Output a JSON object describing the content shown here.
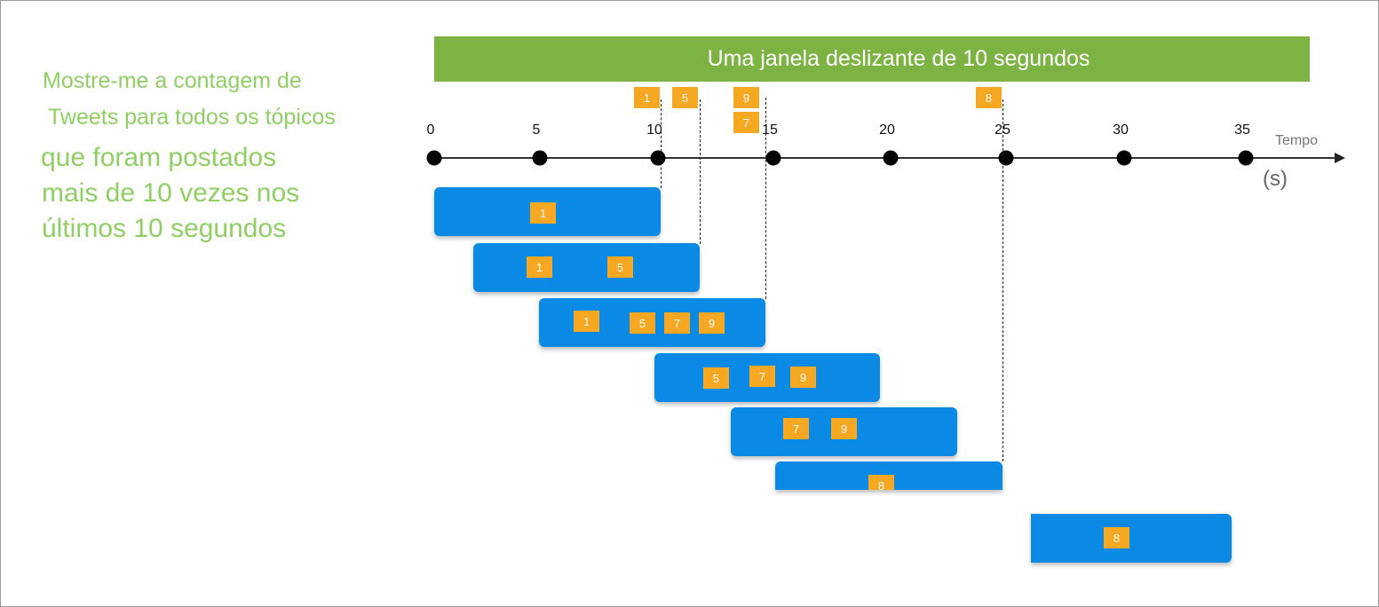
{
  "question": {
    "line1": "Mostre-me a contagem de",
    "line2": "Tweets para todos os tópicos",
    "line3": "que foram postados",
    "line4": "mais de 10 vezes nos",
    "line5": "últimos 10 segundos"
  },
  "banner": {
    "title": "Uma janela deslizante de 10 segundos"
  },
  "axis": {
    "ticks": [
      "0",
      "5",
      "10",
      "15",
      "20",
      "25",
      "30",
      "35"
    ],
    "title": "Tempo",
    "unit": "(s)"
  },
  "events": [
    {
      "label": "1",
      "time": 10
    },
    {
      "label": "5",
      "time": 11.5
    },
    {
      "label": "9",
      "time": 13.5
    },
    {
      "label": "7",
      "time": 13.5
    },
    {
      "label": "8",
      "time": 24
    }
  ],
  "windows": [
    {
      "start": 0,
      "end": 10,
      "events": [
        "1"
      ]
    },
    {
      "start": 2,
      "end": 11.5,
      "events": [
        "1",
        "5"
      ]
    },
    {
      "start": 5,
      "end": 14.5,
      "events": [
        "1",
        "5",
        "7",
        "9"
      ]
    },
    {
      "start": 10,
      "end": 19.5,
      "events": [
        "5",
        "7",
        "9"
      ]
    },
    {
      "start": 13,
      "end": 22.5,
      "events": [
        "7",
        "9"
      ]
    },
    {
      "start": 15,
      "end": 24.5,
      "events": [
        "8"
      ]
    },
    {
      "start": 25,
      "end": 34.5,
      "events": [
        "8"
      ]
    }
  ],
  "colors": {
    "banner": "#7cb342",
    "question_text": "#8fcf63",
    "window": "#0a8ae5",
    "event": "#f7a823"
  }
}
